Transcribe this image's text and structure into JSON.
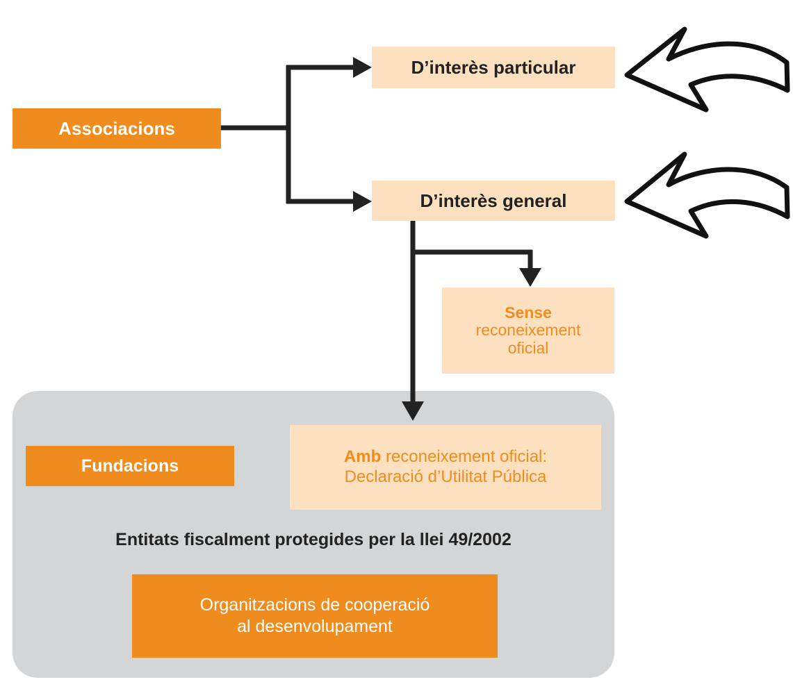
{
  "nodes": {
    "associacions": "Associacions",
    "interes_particular": "D’interès particular",
    "interes_general": "D’interès general",
    "sense_bold": "Sense",
    "sense_rest_1": "reconeixement",
    "sense_rest_2": "oficial",
    "amb_bold": "Amb",
    "amb_rest_1": "reconeixement oficial:",
    "amb_rest_2": "Declaració d’Utilitat Pública",
    "fundacions": "Fundacions",
    "entitats": "Entitats fiscalment protegides per la llei 49/2002",
    "organitzacions_1": "Organitzacions de cooperació",
    "organitzacions_2": "al desenvolupament"
  },
  "colors": {
    "dark_orange": "#f08c1e",
    "light_orange": "#fde0c0",
    "gray_panel": "#d3d5d6",
    "connector": "#222222"
  }
}
